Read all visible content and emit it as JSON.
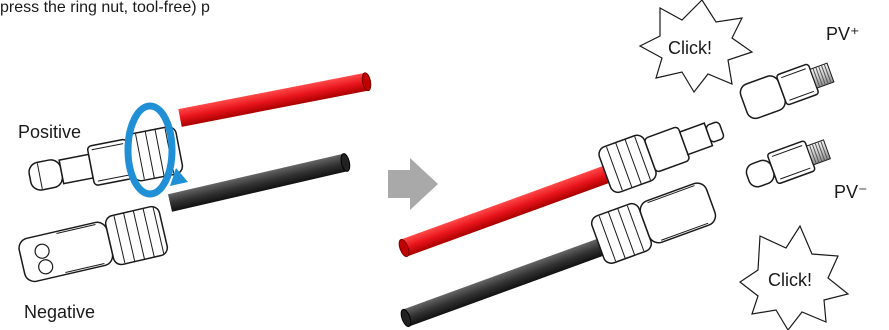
{
  "top_text": "press the ring nut, tool-free) p",
  "labels": {
    "positive": "Positive",
    "negative": "Negative",
    "pv_plus": "PV⁺",
    "pv_minus": "PV⁻",
    "click_top": "Click!",
    "click_bottom": "Click!"
  },
  "colors": {
    "red_cable": "#e8141b",
    "black_cable": "#333333",
    "rotate_arrow": "#1f8fd6",
    "step_arrow": "#a9a9a9",
    "outline": "#1a1a1a"
  },
  "icons": {
    "rotate": "rotate-arrow-icon",
    "step": "right-arrow-icon",
    "click": "starburst-icon"
  }
}
